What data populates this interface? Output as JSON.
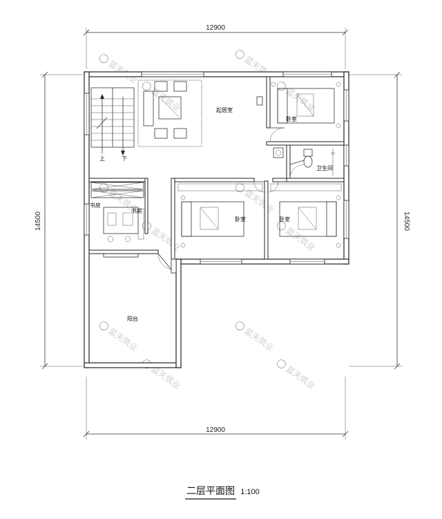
{
  "dimensions": {
    "top": "12900",
    "bottom": "12900",
    "left": "14500",
    "right": "14500"
  },
  "rooms": {
    "living": "起居室",
    "bedroom_top_right": "卧室",
    "bathroom": "卫生间",
    "bedroom_center": "卧室",
    "bedroom_right": "卧室",
    "study_left": "书房",
    "study_right": "书房",
    "balcony": "阳台"
  },
  "stairs": {
    "up": "上",
    "down": "下"
  },
  "watermark": "蓝天筑业",
  "caption": {
    "title": "二层平面图",
    "scale": "1:100"
  }
}
